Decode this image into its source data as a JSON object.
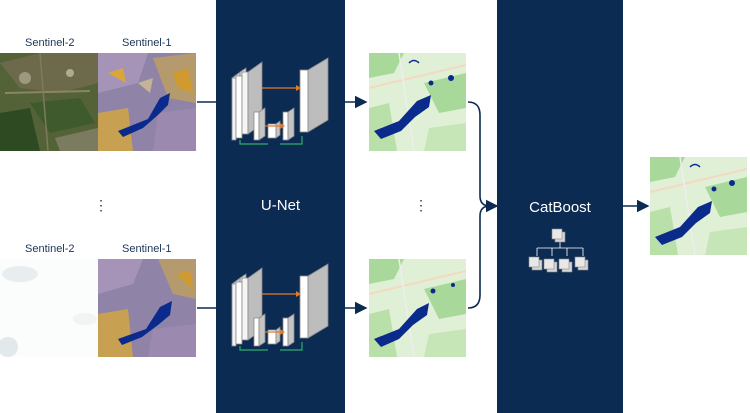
{
  "labels": {
    "s2": "Sentinel-2",
    "s1": "Sentinel-1",
    "unet": "U-Net",
    "catboost": "CatBoost",
    "ellipsis": "⋮"
  },
  "colors": {
    "panel": "#0c2b52",
    "water": "#0a2a8c",
    "map_land": "#dff0d6",
    "map_forest": "#a9d99a",
    "connector": "#0c2b52",
    "skip_arrow": "#e07a2e",
    "up_arrow": "#2eae6c"
  }
}
